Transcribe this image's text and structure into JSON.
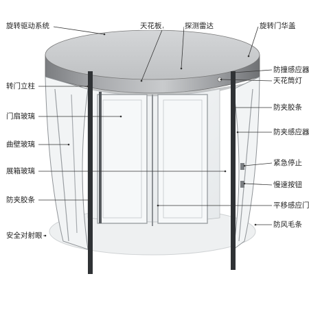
{
  "labels": {
    "rotary_drive_system": "旋转驱动系统",
    "ceiling_panel": "天花板",
    "detection_radar": "探测雷达",
    "door_canopy": "旋转门华盖",
    "anti_collision_sensor": "防撞感应器",
    "ceiling_light": "天花筒灯",
    "door_post": "转门立柱",
    "door_wing_glass": "门扇玻璃",
    "anti_pinch_strip_right": "防夹胶条",
    "anti_pinch_sensor": "防夹感应器",
    "curved_wall_glass": "曲壁玻璃",
    "emergency_stop": "紧急停止",
    "showcase_glass": "展箱玻璃",
    "slow_speed_button": "慢速按钮",
    "anti_pinch_strip_left": "防夹胶条",
    "sliding_sensor_door": "平移感应门",
    "windproof_brush": "防风毛条",
    "safety_beam_sensor": "安全对射眼"
  }
}
